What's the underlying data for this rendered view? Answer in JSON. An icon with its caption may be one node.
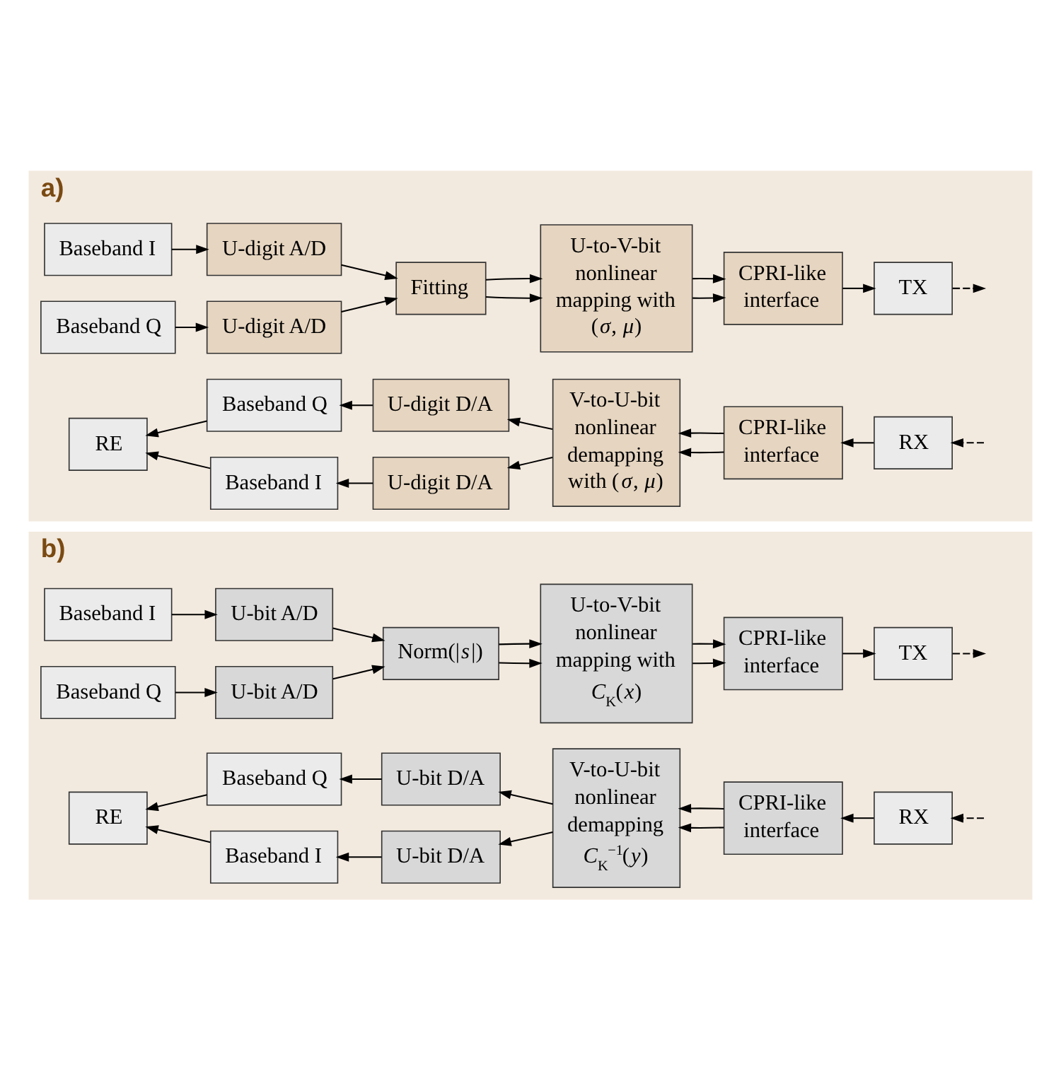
{
  "diagram": {
    "nodes": [
      {
        "text": [
          "a)"
        ]
      },
      {
        "text": [
          "Baseband I"
        ],
        "in": 0
      },
      {
        "text": [
          "Baseband Q"
        ],
        "in": 0
      },
      {
        "text": [
          "U-digit A/D"
        ],
        "in": 0
      },
      {
        "text": [
          "U-digit A/D"
        ],
        "in": 0
      },
      {
        "text": [
          "Fitting"
        ],
        "in": 0
      },
      {
        "text": [
          "U-to-V-bit nonlinear mapping with (*σ*, *μ*)"
        ],
        "in": 0
      },
      {
        "text": [
          "CPRI-like interface"
        ],
        "in": 0
      },
      {
        "text": [
          "TX"
        ],
        "in": 0
      },
      {
        "text": [
          "RE"
        ],
        "in": 0
      },
      {
        "text": [
          "Baseband I"
        ],
        "in": 0
      },
      {
        "text": [
          "U-digit D/A"
        ],
        "in": 0
      },
      {
        "text": [
          "Baseband Q"
        ],
        "in": 0
      },
      {
        "text": [
          "U-digit D/A"
        ],
        "in": 0
      },
      {
        "text": [
          "V-to-U-bit nonlinear demapping with (*σ*, *μ*)"
        ],
        "in": 0
      },
      {
        "text": [
          "CPRI-like interface"
        ],
        "in": 0
      },
      {
        "text": [
          "RX"
        ],
        "in": 0
      },
      {
        "text": [
          "b)"
        ]
      },
      {
        "text": [
          "Baseband I"
        ],
        "in": 17
      },
      {
        "text": [
          "Baseband Q"
        ],
        "in": 17
      },
      {
        "text": [
          "U-bit A/D"
        ],
        "in": 17
      },
      {
        "text": [
          "U-bit A/D"
        ],
        "in": 17
      },
      {
        "text": [
          "Norm(|*s*|)"
        ],
        "in": 17
      },
      {
        "text": [
          "U-to-V-bit nonlinear mapping with *C*$_{K}$(*x*)"
        ],
        "in": 17
      },
      {
        "text": [
          "CPRI-like interface"
        ],
        "in": 17
      },
      {
        "text": [
          "TX"
        ],
        "in": 17
      },
      {
        "text": [
          "RE"
        ],
        "in": 17
      },
      {
        "text": [
          "Baseband I"
        ],
        "in": 17
      },
      {
        "text": [
          "U-bit D/A"
        ],
        "in": 17
      },
      {
        "text": [
          "Baseband Q"
        ],
        "in": 17
      },
      {
        "text": [
          "U-bit D/A"
        ],
        "in": 17
      },
      {
        "text": [
          "V-to-U-bit nonlinear demapping *C*$_{K}$$^{−1}$(*y*)"
        ],
        "in": 17
      },
      {
        "text": [
          "CPRI-like interface"
        ],
        "in": 17
      },
      {
        "text": [
          "RX"
        ],
        "in": 17
      }
    ],
    "edges": [
      {
        "from": 1,
        "to": 3,
        "arrow": "to"
      },
      {
        "from": 2,
        "to": 4,
        "arrow": "to"
      },
      {
        "from": 3,
        "to": 5,
        "arrow": "to"
      },
      {
        "from": 4,
        "to": 5,
        "arrow": "to"
      },
      {
        "from": 5,
        "to": 6,
        "arrow": "to"
      },
      {
        "from": 5,
        "to": 6,
        "arrow": "to"
      },
      {
        "from": 6,
        "to": 7,
        "arrow": "to"
      },
      {
        "from": 6,
        "to": 7,
        "arrow": "to"
      },
      {
        "from": 7,
        "to": 8,
        "arrow": "to"
      },
      {
        "from": 8,
        "to": null,
        "arrow": "to",
        "style": "dashed"
      },
      {
        "from": null,
        "to": 16,
        "arrow": "to",
        "style": "dashed"
      },
      {
        "from": 16,
        "to": 15,
        "arrow": "to"
      },
      {
        "from": 15,
        "to": 14,
        "arrow": "to"
      },
      {
        "from": 15,
        "to": 14,
        "arrow": "to"
      },
      {
        "from": 14,
        "to": 11,
        "arrow": "to"
      },
      {
        "from": 14,
        "to": 13,
        "arrow": "to"
      },
      {
        "from": 11,
        "to": 10,
        "arrow": "to"
      },
      {
        "from": 13,
        "to": 12,
        "arrow": "to"
      },
      {
        "from": 10,
        "to": 9,
        "arrow": "to"
      },
      {
        "from": 12,
        "to": 9,
        "arrow": "to"
      },
      {
        "from": 18,
        "to": 20,
        "arrow": "to"
      },
      {
        "from": 19,
        "to": 21,
        "arrow": "to"
      },
      {
        "from": 20,
        "to": 22,
        "arrow": "to"
      },
      {
        "from": 21,
        "to": 22,
        "arrow": "to"
      },
      {
        "from": 22,
        "to": 23,
        "arrow": "to"
      },
      {
        "from": 22,
        "to": 23,
        "arrow": "to"
      },
      {
        "from": 23,
        "to": 24,
        "arrow": "to"
      },
      {
        "from": 23,
        "to": 24,
        "arrow": "to"
      },
      {
        "from": 24,
        "to": 25,
        "arrow": "to"
      },
      {
        "from": 25,
        "to": null,
        "arrow": "to",
        "style": "dashed"
      },
      {
        "from": null,
        "to": 33,
        "arrow": "to",
        "style": "dashed"
      },
      {
        "from": 33,
        "to": 32,
        "arrow": "to"
      },
      {
        "from": 32,
        "to": 31,
        "arrow": "to"
      },
      {
        "from": 32,
        "to": 31,
        "arrow": "to"
      },
      {
        "from": 31,
        "to": 28,
        "arrow": "to"
      },
      {
        "from": 31,
        "to": 30,
        "arrow": "to"
      },
      {
        "from": 28,
        "to": 27,
        "arrow": "to"
      },
      {
        "from": 30,
        "to": 29,
        "arrow": "to"
      },
      {
        "from": 27,
        "to": 26,
        "arrow": "to"
      },
      {
        "from": 29,
        "to": 26,
        "arrow": "to"
      }
    ]
  }
}
